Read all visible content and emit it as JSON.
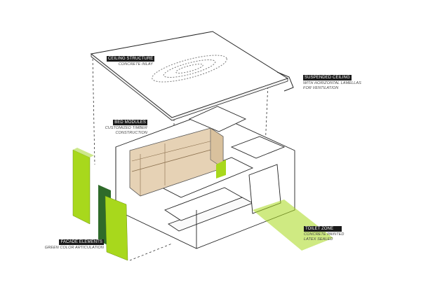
{
  "labels": {
    "ceiling_structure": {
      "title": "CEILING STRUCTURE",
      "lines": [
        "CONCRETE INLAY"
      ]
    },
    "suspended_ceiling": {
      "title": "SUSPENDED CEILING",
      "lines": [
        "WITH HORIZONTAL LAMELLAS",
        "FOR VENTILATION"
      ]
    },
    "bed_modules": {
      "title": "BED MODULES",
      "lines": [
        "CUSTOMIZED TIMBER",
        "CONSTRUCTION"
      ]
    },
    "facade_elements": {
      "title": "FACADE ELEMENTS",
      "lines": [
        "GREEN COLOR ARTICULATION"
      ]
    },
    "toilet_zone": {
      "title": "TOILET ZONE",
      "lines": [
        "CONCRETE PAINTED",
        "LATEX SEALED"
      ]
    }
  },
  "colors": {
    "green": "#a8d81c",
    "dark_green": "#2f6b2a",
    "timber": "#e6d2b5",
    "line": "#333333"
  }
}
